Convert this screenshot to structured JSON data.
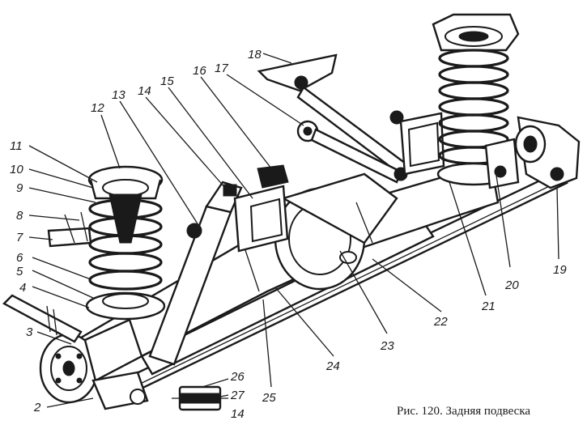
{
  "caption": "Рис. 120. Задняя подвеска",
  "callouts": {
    "c2": "2",
    "c3": "3",
    "c4": "4",
    "c5": "5",
    "c6": "6",
    "c7": "7",
    "c8": "8",
    "c9": "9",
    "c10": "10",
    "c11": "11",
    "c12": "12",
    "c13": "13",
    "c14": "14",
    "c15": "15",
    "c16": "16",
    "c17": "17",
    "c18": "18",
    "c19": "19",
    "c20": "20",
    "c21": "21",
    "c22": "22",
    "c23": "23",
    "c24": "24",
    "c25": "25",
    "c26": "26",
    "c27": "27",
    "c14b": "14"
  }
}
